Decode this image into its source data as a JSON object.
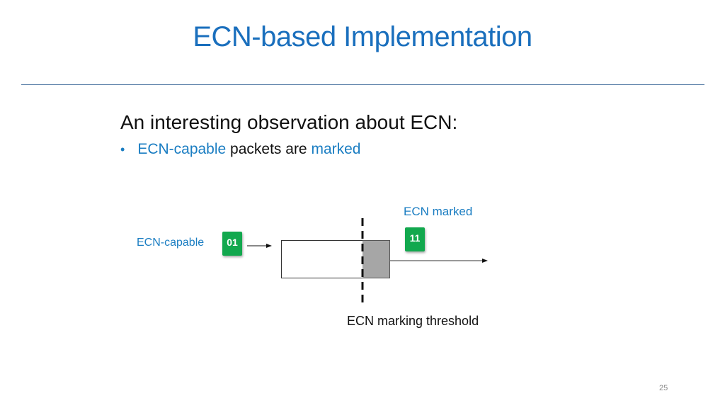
{
  "slide": {
    "title": "ECN-based Implementation",
    "heading": "An interesting observation about ECN:",
    "bullet": {
      "marker": "•",
      "part1": "ECN-capable",
      "part2": " packets are ",
      "part3": "marked"
    },
    "page_number": "25"
  },
  "diagram": {
    "incoming_label": "ECN-capable",
    "incoming_packet": "01",
    "outgoing_label": "ECN marked",
    "outgoing_packet": "11",
    "threshold_label": "ECN marking threshold",
    "colors": {
      "accent_blue": "#1a7dc2",
      "title_blue": "#1a6fbd",
      "packet_green": "#12a84e",
      "queue_fill_gray": "#a6a6a6"
    }
  }
}
